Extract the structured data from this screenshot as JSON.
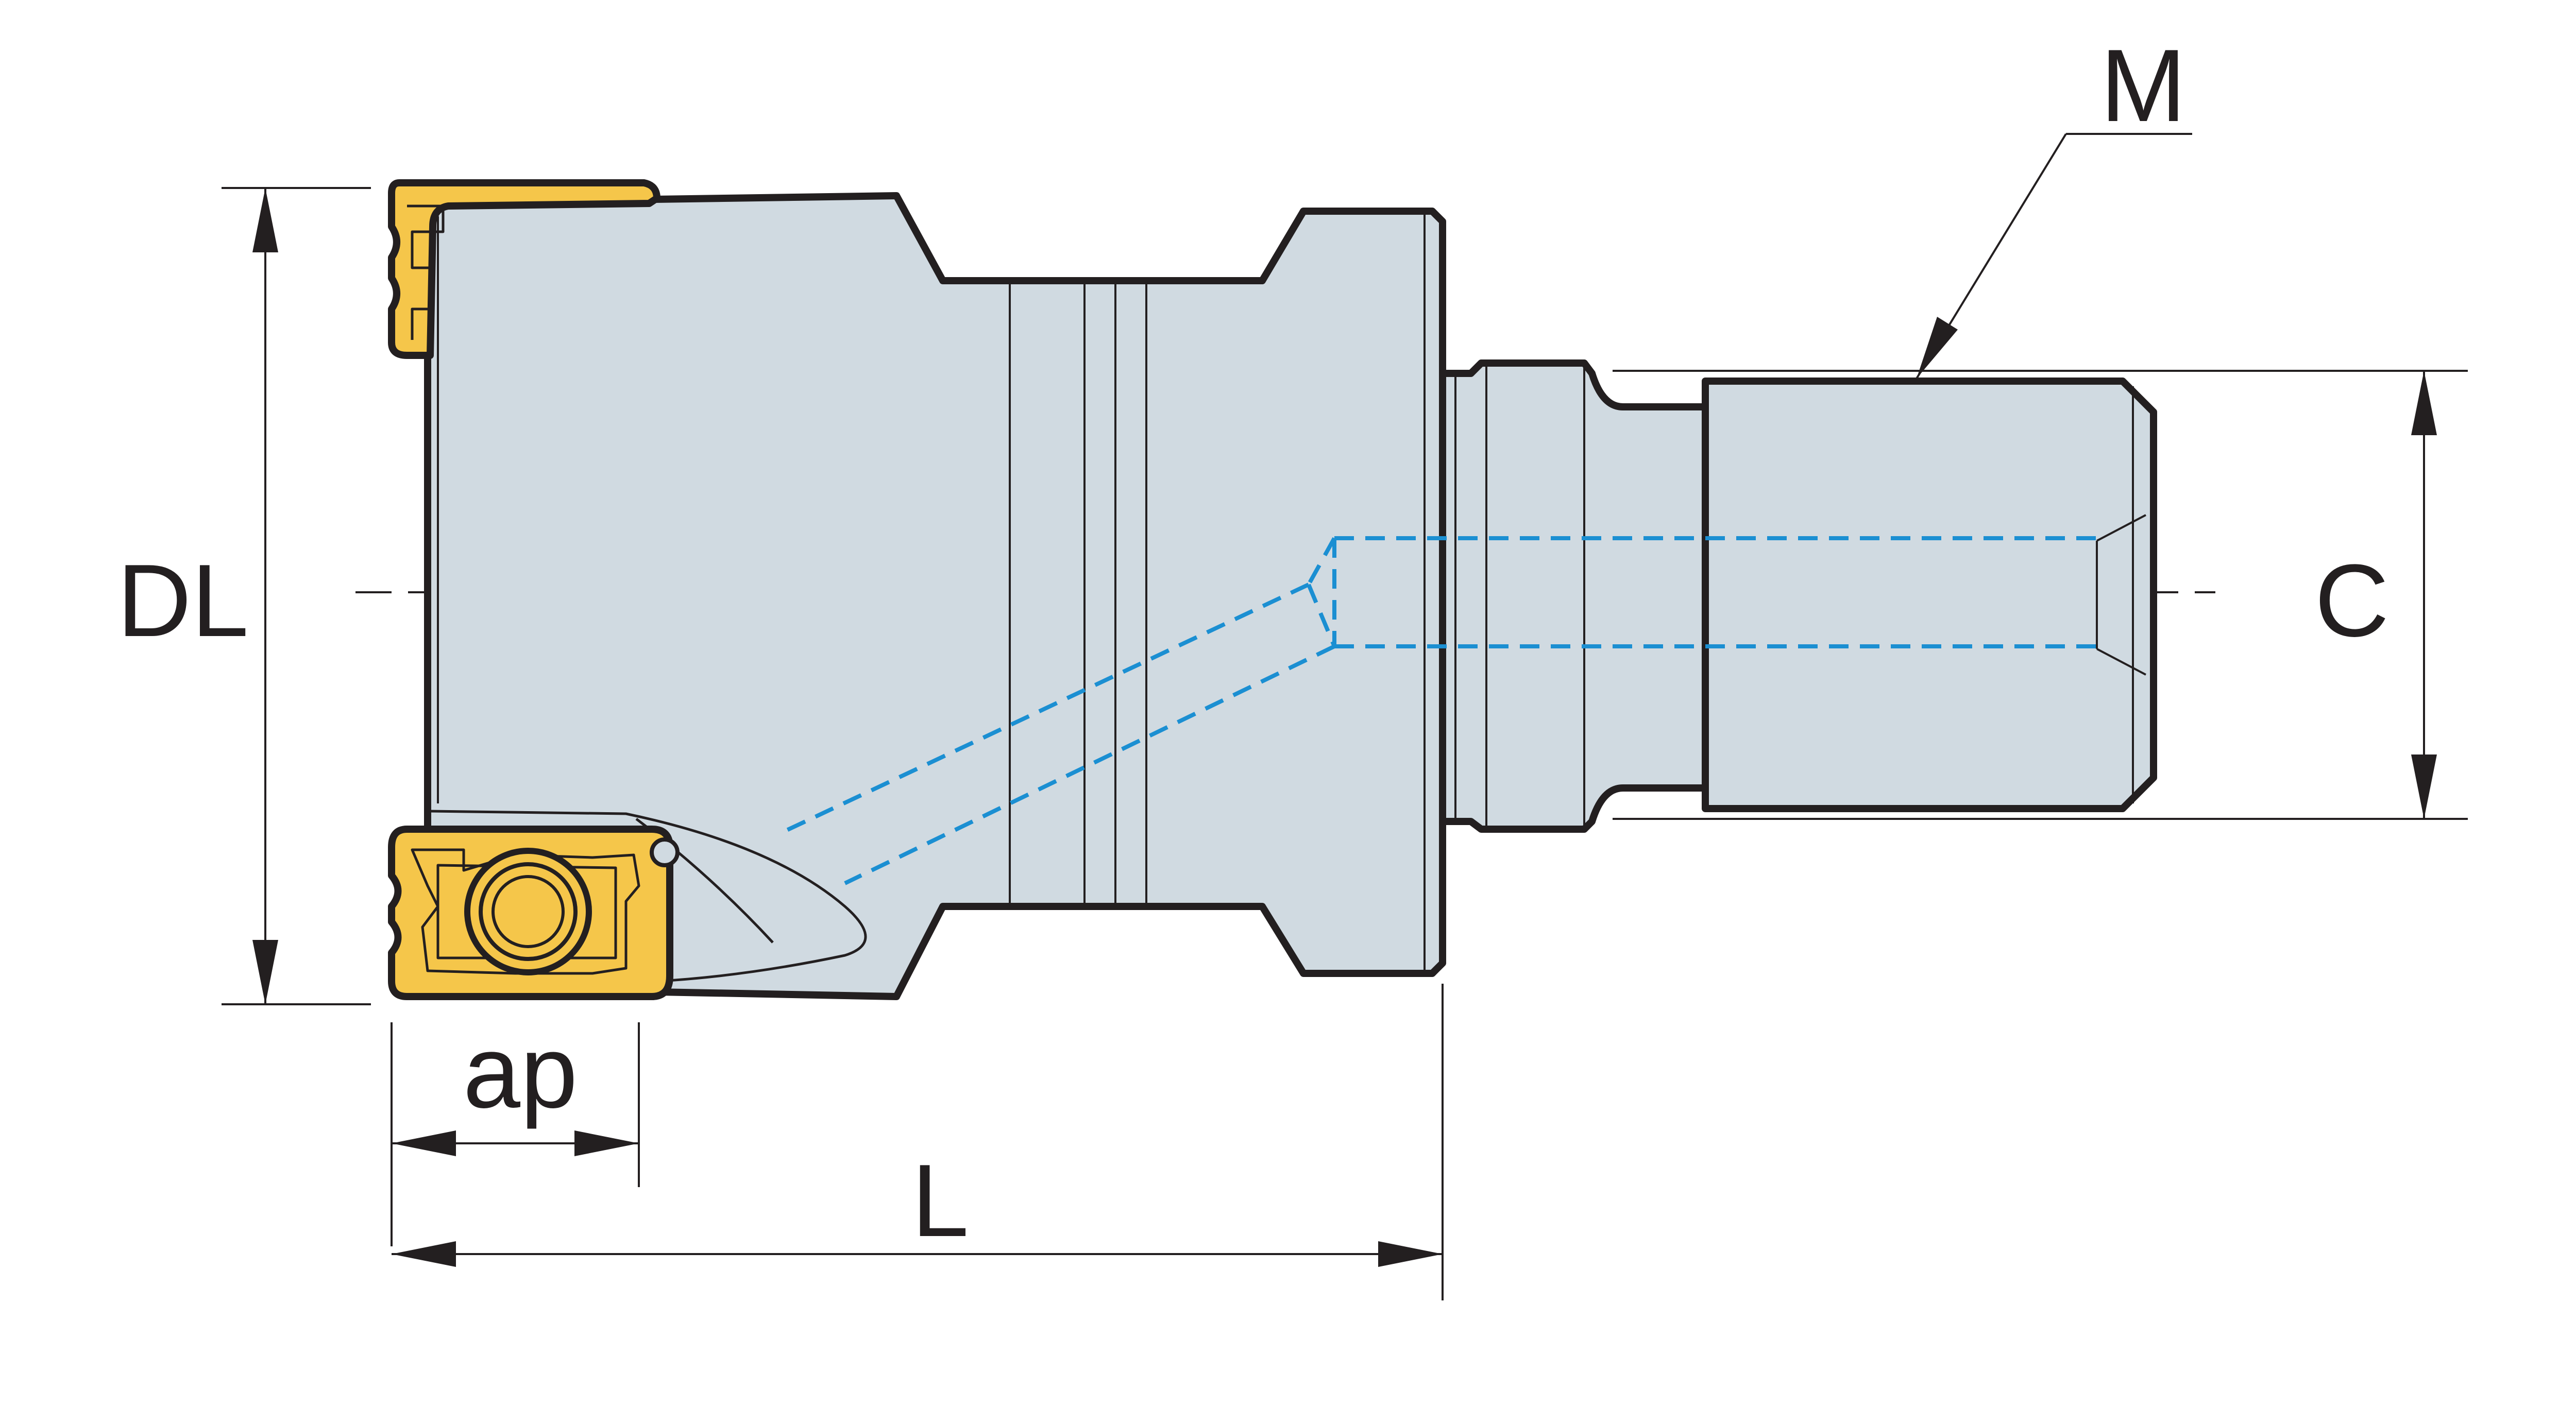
{
  "labels": {
    "dl": "DL",
    "c": "C",
    "m": "M",
    "ap": "ap",
    "l": "L"
  },
  "colors": {
    "body": "#d0dae1",
    "insert": "#f5c64a",
    "coolant": "#1b8fd2",
    "line": "#231f20"
  }
}
